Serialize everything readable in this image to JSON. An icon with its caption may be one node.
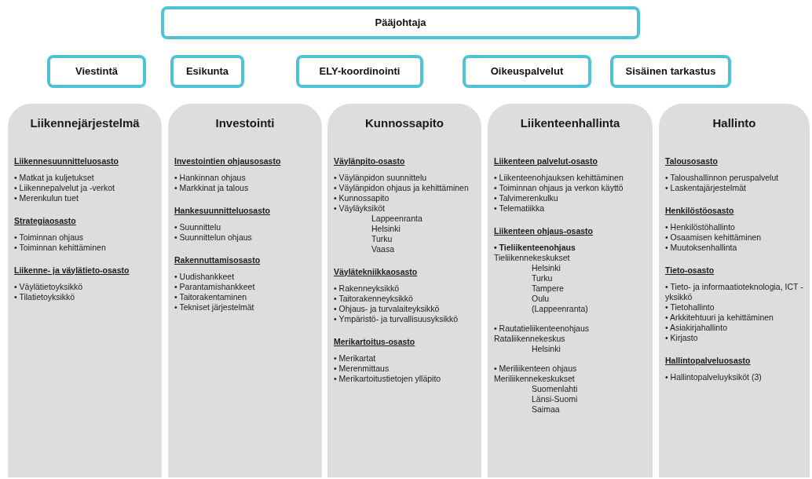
{
  "diagram": {
    "nodes": [
      {
        "text": [
          "Pääjohtaja"
        ]
      },
      {
        "text": [
          "Viestintä"
        ]
      },
      {
        "text": [
          "Esikunta"
        ]
      },
      {
        "text": [
          "ELY-koordinointi"
        ]
      },
      {
        "text": [
          "Oikeuspalvelut"
        ]
      },
      {
        "text": [
          "Sisäinen tarkastus"
        ]
      },
      {
        "text": [
          "Liikennejärjestelmä",
          "Liikennesuunnitteluosasto",
          "• Matkat ja kuljetukset",
          "• Liikennepalvelut ja -verkot",
          "• Merenkulun tuet",
          "Strategiaosasto",
          "• Toiminnan ohjaus",
          "• Toiminnan kehittäminen",
          "Liikenne- ja väylätieto-osasto",
          "• Väylätietoyksikkö",
          "• Tilatietoyksikkö"
        ]
      },
      {
        "text": [
          "Investointi",
          "Investointien ohjausosasto",
          "• Hankinnan ohjaus",
          "• Markkinat ja talous",
          "Hankesuunnitteluosasto",
          "• Suunnittelu",
          "• Suunnittelun ohjaus",
          "Rakennuttamisosasto",
          "• Uudishankkeet",
          "• Parantamishankkeet",
          "• Taitorakentaminen",
          "• Tekniset järjestelmät"
        ]
      },
      {
        "text": [
          "Kunnossapito",
          "Väylänpito-osasto",
          "• Väylänpidon suunnittelu",
          "• Väylänpidon ohjaus ja kehittäminen",
          "• Kunnossapito",
          "• Väyläyksiköt",
          "Lappeenranta",
          "Helsinki",
          "Turku",
          "Vaasa",
          "Väylätekniikkaosasto",
          "• Rakenneyksikkö",
          "• Taitorakenneyksikkö",
          "• Ohjaus- ja turvalaiteyksikkö",
          "• Ympäristö- ja turvallisuusyksikkö",
          "Merikartoitus-osasto",
          "• Merikartat",
          "• Merenmittaus",
          "• Merikartoitustietojen ylläpito"
        ]
      },
      {
        "text": [
          "Liikenteenhallinta",
          "Liikenteen palvelut-osasto",
          "• Liikenteenohjauksen kehittäminen",
          "• Toiminnan ohjaus ja verkon käyttö",
          "• Talvimerenkulku",
          "• Telematiikka",
          "Liikenteen ohjaus-osasto",
          "• Tieliikenteenohjaus",
          "Tieliikennekeskukset",
          "Helsinki",
          "Turku",
          "Tampere",
          "Oulu",
          "(Lappeenranta)",
          "• Rautatieliikenteenohjaus",
          "Rataliikennekeskus",
          "Helsinki",
          "• Meriliikenteen ohjaus",
          "Meriliikennekeskukset",
          "Suomenlahti",
          "Länsi-Suomi",
          "Saimaa"
        ]
      },
      {
        "text": [
          "Hallinto",
          "Talousosasto",
          "• Taloushallinnon peruspalvelut",
          "• Laskentajärjestelmät",
          "Henkilöstöosasto",
          "• Henkilöstöhallinto",
          "• Osaamisen kehittäminen",
          "• Muutoksenhallinta",
          "Tieto-osasto",
          "• Tieto- ja informaatioteknologia, ICT -yksikkö",
          "• Tietohallinto",
          "• Arkkitehtuuri ja kehittäminen",
          "• Asiakirjahallinto",
          "• Kirjasto",
          "Hallintopalveluosasto",
          "• Hallintopalveluyksiköt (3)"
        ]
      }
    ]
  }
}
